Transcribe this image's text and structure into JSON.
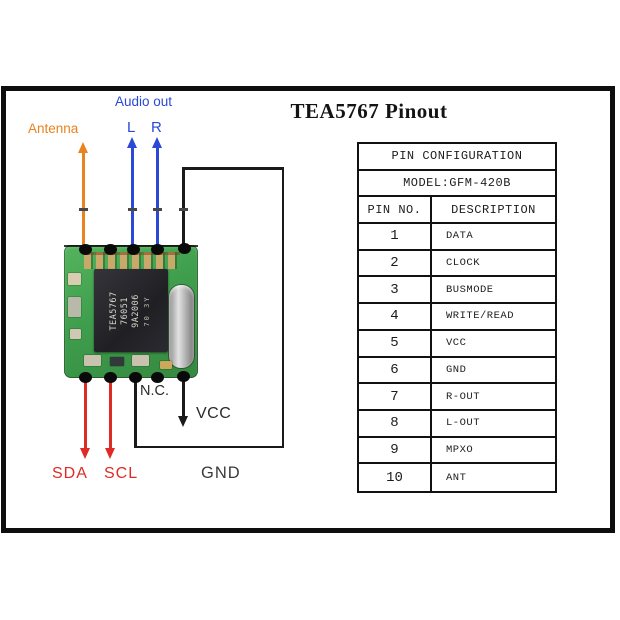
{
  "title": "TEA5767 Pinout",
  "diagram": {
    "antenna_label": "Antenna",
    "audio_out_label": "Audio out",
    "audio_left_label": "L",
    "audio_right_label": "R",
    "sda_label": "SDA",
    "scl_label": "SCL",
    "nc_label": "N.C.",
    "vcc_label": "VCC",
    "gnd_label": "GND",
    "module": {
      "chip_markings": [
        "TEA5767",
        "76051",
        "9A2006"
      ],
      "chip_marking_small": "70 3Y"
    },
    "colors": {
      "antenna": "#E8831F",
      "audio": "#2B49D4",
      "i2c": "#DE2B26",
      "wire": "#1A1A1A",
      "pcb_green": "#3F9E4D"
    }
  },
  "table": {
    "title": "PIN CONFIGURATION",
    "model": "MODEL:GFM-420B",
    "col_pin": "PIN NO.",
    "col_desc": "DESCRIPTION",
    "rows": [
      {
        "pin": "1",
        "description": "DATA"
      },
      {
        "pin": "2",
        "description": "CLOCK"
      },
      {
        "pin": "3",
        "description": "BUSMODE"
      },
      {
        "pin": "4",
        "description": "WRITE/READ"
      },
      {
        "pin": "5",
        "description": "VCC"
      },
      {
        "pin": "6",
        "description": "GND"
      },
      {
        "pin": "7",
        "description": "R-OUT"
      },
      {
        "pin": "8",
        "description": "L-OUT"
      },
      {
        "pin": "9",
        "description": "MPXO"
      },
      {
        "pin": "10",
        "description": "ANT"
      }
    ]
  }
}
